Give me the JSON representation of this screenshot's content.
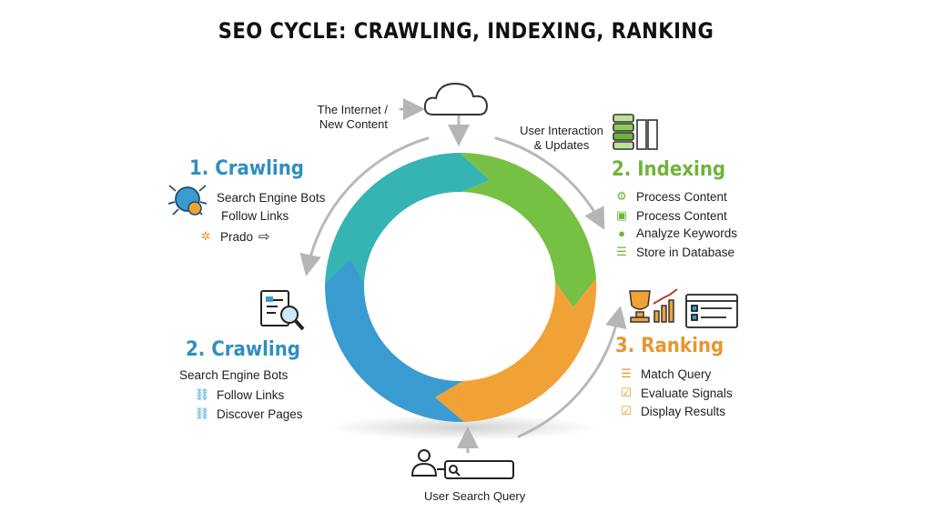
{
  "title": "SEO CYCLE: CRAWLING, INDEXING, RANKING",
  "notes": {
    "internet": [
      "The Internet /",
      "New Content"
    ],
    "interaction": [
      "User Interaction",
      "& Updates"
    ],
    "query": "User Search Query"
  },
  "sections": {
    "crawling1": {
      "title": "1. Crawling",
      "color": "#2f8fc0",
      "items": [
        "Search Engine Bots",
        "Follow Links",
        "Prado"
      ]
    },
    "indexing": {
      "title": "2. Indexing",
      "color": "#6fb43a",
      "items": [
        "Process Content",
        "Process Content",
        "Analyze Keywords",
        "Store in Database"
      ]
    },
    "crawling2": {
      "title": "2. Crawling",
      "color": "#2f8fc0",
      "items": [
        "Search Engine Bots",
        "Follow Links",
        "Discover Pages"
      ]
    },
    "ranking": {
      "title": "3. Ranking",
      "color": "#e8962e",
      "items": [
        "Match Query",
        "Evaluate Signals",
        "Display Results"
      ]
    }
  },
  "colors": {
    "teal": "#36b3b3",
    "green": "#76c043",
    "orange": "#f0a237",
    "blue": "#3a9bd0",
    "arrow": "#b5b5b5"
  },
  "icons": [
    "cloud-icon",
    "server-icon",
    "spider-bot-icon",
    "document-search-icon",
    "trophy-chart-icon",
    "browser-checklist-icon",
    "user-search-icon"
  ]
}
